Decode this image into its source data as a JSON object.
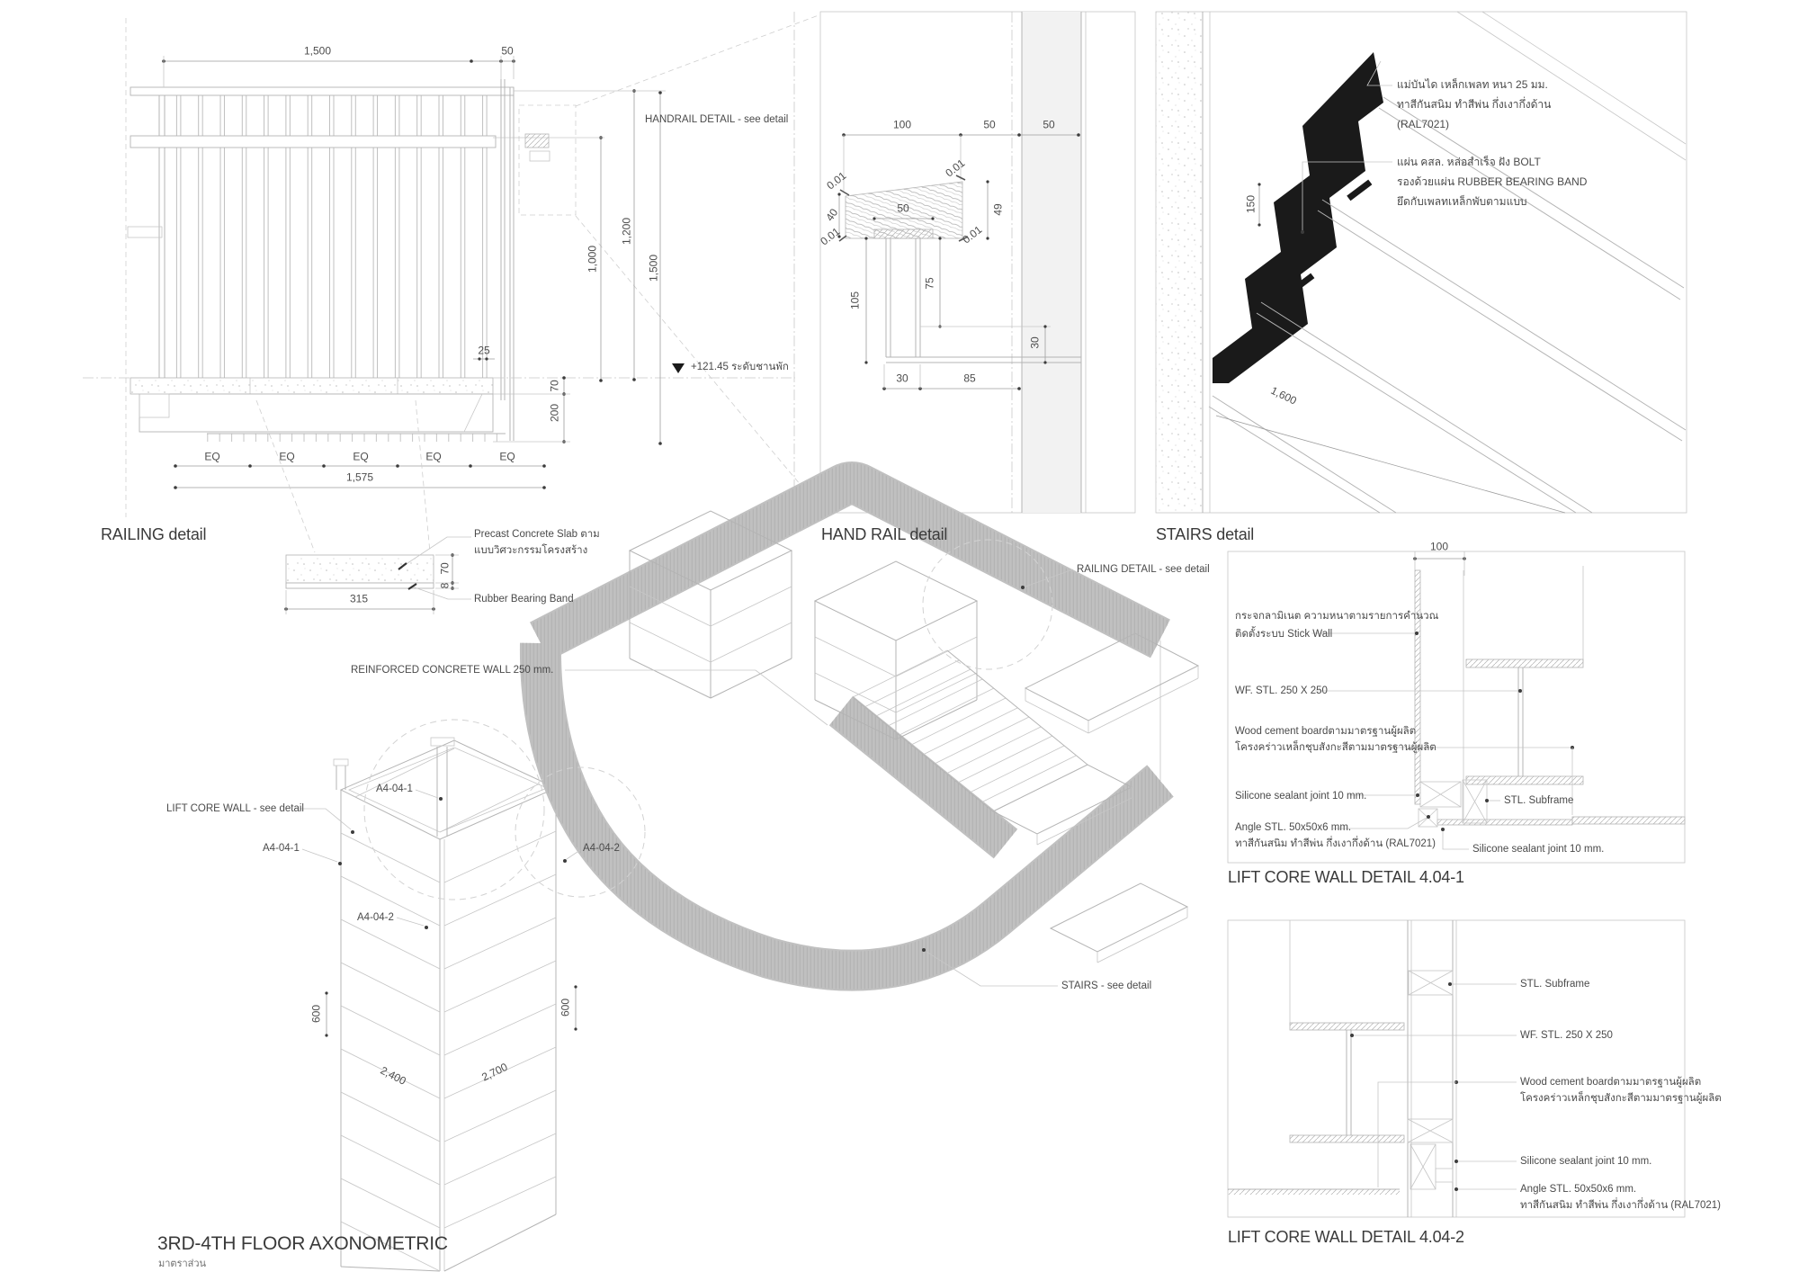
{
  "colors": {
    "line": "#b4b4b4",
    "text": "#4a4a4a",
    "black_fill": "#1a1a1a",
    "wall_shade": "#f2f2f2",
    "background": "#ffffff"
  },
  "railing": {
    "title": "RAILING detail",
    "dim_top": "1,500",
    "dim_top_50": "50",
    "callout": "HANDRAIL DETAIL -  see detail",
    "dim_1000": "1,000",
    "dim_1200": "1,200",
    "dim_1500": "1,500",
    "dim_25": "25",
    "dim_70": "70",
    "dim_200": "200",
    "eq": "EQ",
    "dim_1575": "1,575",
    "level": "+121.45 ระดับชานพัก"
  },
  "slab_detail": {
    "label_line1": "Precast Concrete Slab ตาม",
    "label_line2": "แบบวิศวะกรรมโครงสร้าง",
    "rubber": "Rubber Bearing Band",
    "dim_70": "70",
    "dim_8": "8",
    "dim_315": "315"
  },
  "handrail": {
    "title": "HAND RAIL detail",
    "dim_100": "100",
    "dim_50_a": "50",
    "dim_50_b": "50",
    "slope": "0.01",
    "dim_40": "40",
    "dim_50_c": "50",
    "dim_49": "49",
    "dim_105": "105",
    "dim_75": "75",
    "dim_30_side": "30",
    "dim_30_bot": "30",
    "dim_85": "85"
  },
  "stairs": {
    "title": "STAIRS detail",
    "note1_l1": "แม่บันได เหล็กเพลท หนา 25 มม.",
    "note1_l2": "ทาสีกันสนิม ทำสีพ่น กึ่งเงากึ่งด้าน",
    "note1_l3": "(RAL7021)",
    "note2_l1": "แผ่น คสล. หล่อสำเร็จ ฝัง BOLT",
    "note2_l2": "รองด้วยแผ่น RUBBER BEARING BAND",
    "note2_l3": "ยึดกับเพลทเหล็กพับตามแบบ",
    "dim_150": "150",
    "dim_1600": "1,600"
  },
  "lift1": {
    "title": "LIFT CORE WALL DETAIL 4.04-1",
    "dim_100": "100",
    "glass_l1": "กระจกลามิเนต ความหนาตามรายการคำนวณ",
    "glass_l2": "ติดตั้งระบบ Stick Wall",
    "wf": "WF. STL. 250 X 250",
    "wood_l1": "Wood cement boardตามมาตรฐานผู้ผลิต",
    "wood_l2": "โครงคร่าวเหล็กชุบสังกะสีตามมาตรฐานผู้ผลิต",
    "silicone": "Silicone sealant joint 10 mm.",
    "angle_l1": "Angle STL. 50x50x6 mm.",
    "angle_l2": "ทาสีกันสนิม ทำสีพ่น กึ่งเงากึ่งด้าน (RAL7021)",
    "subframe": "STL. Subframe",
    "silicone2": "Silicone sealant joint 10 mm."
  },
  "lift2": {
    "title": "LIFT CORE WALL DETAIL 4.04-2",
    "subframe": "STL. Subframe",
    "wf": "WF. STL. 250 X 250",
    "wood_l1": "Wood cement boardตามมาตรฐานผู้ผลิต",
    "wood_l2": "โครงคร่าวเหล็กชุบสังกะสีตามมาตรฐานผู้ผลิต",
    "silicone": "Silicone sealant joint 10 mm.",
    "angle_l1": "Angle STL. 50x50x6 mm.",
    "angle_l2": "ทาสีกันสนิม ทำสีพ่น กึ่งเงากึ่งด้าน (RAL7021)"
  },
  "axo": {
    "title": "3RD-4TH FLOOR AXONOMETRIC",
    "scale_label": "มาตราส่วน",
    "railing_callout": "RAILING DETAIL -  see detail",
    "wall_label": "REINFORCED CONCRETE WALL 250 mm.",
    "lift_callout": "LIFT CORE WALL -  see detail",
    "tag_a4041": "A4-04-1",
    "tag_a4042": "A4-04-2",
    "stairs_callout": "STAIRS -  see detail",
    "dim_600": "600",
    "dim_2400": "2,400",
    "dim_2700": "2,700"
  }
}
